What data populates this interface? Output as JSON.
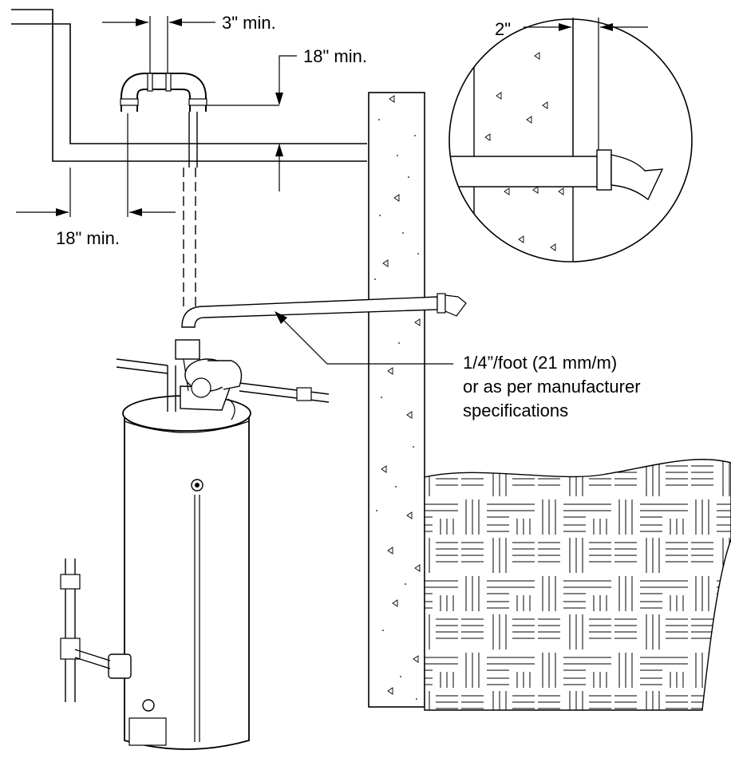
{
  "labels": {
    "top_clearance": "3\" min.",
    "vertical_clearance": "18\" min.",
    "horizontal_clearance": "18\" min.",
    "wall_extension": "2\"",
    "slope_line1": "1/4”/foot (21 mm/m)",
    "slope_line2": "or as per manufacturer",
    "slope_line3": "specifications"
  },
  "colors": {
    "line": "#000000",
    "background": "#ffffff",
    "pipe_fill": "#ffffff"
  }
}
